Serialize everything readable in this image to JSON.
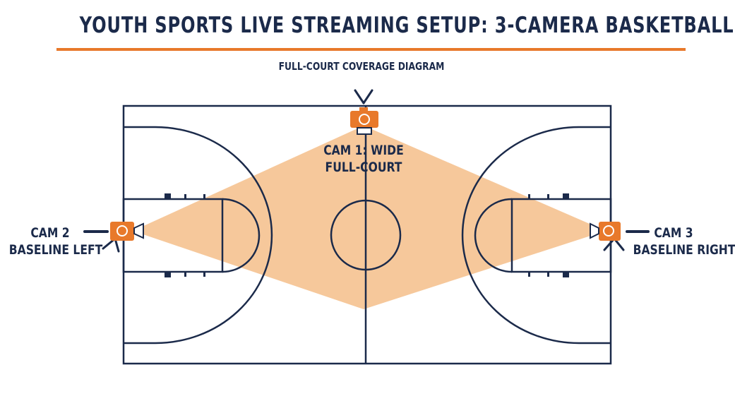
{
  "header": {
    "title": "YOUTH SPORTS LIVE STREAMING SETUP: 3-CAMERA BASKETBALL",
    "subtitle": "FULL-COURT COVERAGE DIAGRAM"
  },
  "cameras": [
    {
      "id": "cam1",
      "line1": "CAM 1: WIDE",
      "line2": "FULL-COURT",
      "icon": "camera-icon"
    },
    {
      "id": "cam2",
      "line1": "CAM 2",
      "line2": "BASELINE LEFT",
      "icon": "camera-icon"
    },
    {
      "id": "cam3",
      "line1": "CAM 3",
      "line2": "BASELINE RIGHT",
      "icon": "camera-icon"
    }
  ],
  "colors": {
    "court_lines": "#1b2a4a",
    "accent": "#e8792b",
    "coverage_fill": "#f6c89b"
  }
}
